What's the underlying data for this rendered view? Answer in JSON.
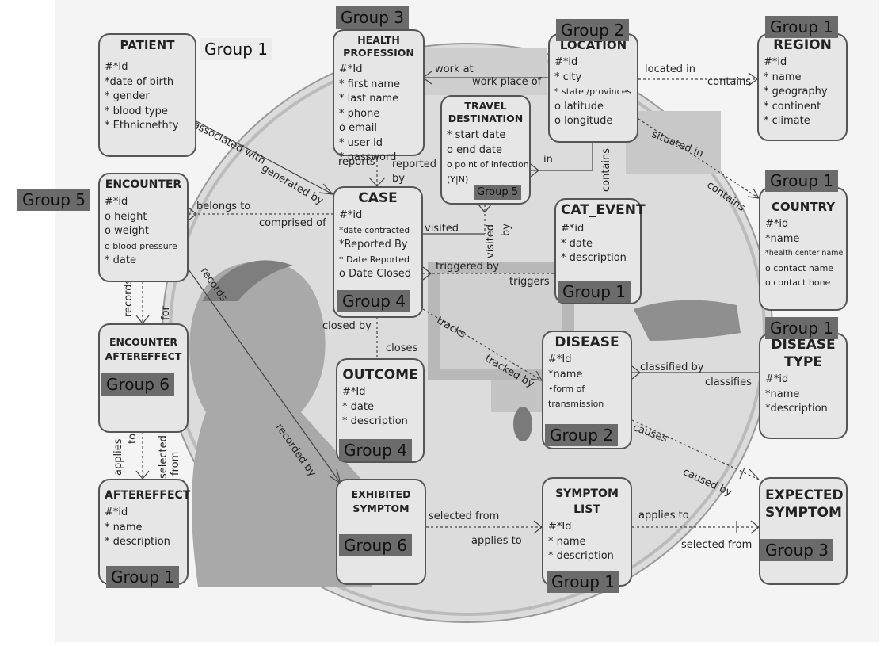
{
  "entities": {
    "patient": {
      "title": "PATIENT",
      "attrs": [
        "#*Id",
        "*date of birth",
        "* gender",
        "* blood type",
        "* Ethnicnethty"
      ]
    },
    "health_profession": {
      "title1": "HEALTH",
      "title2": "PROFESSION",
      "attrs": [
        "#*Id",
        "* first name",
        "* last name",
        "* phone",
        "o email",
        "* user id",
        "* password"
      ]
    },
    "location": {
      "title": "LOCATION",
      "attrs": [
        "#*id",
        "* city",
        "* state /provinces",
        "o latitude",
        "o longitude"
      ]
    },
    "region": {
      "title": "REGION",
      "attrs": [
        "#*id",
        "* name",
        "* geography",
        "* continent",
        "* climate"
      ]
    },
    "travel_destination": {
      "title1": "TRAVEL",
      "title2": "DESTINATION",
      "attrs": [
        "* start date",
        "o end date",
        "o point of infection",
        "(Y|N)"
      ]
    },
    "encounter": {
      "title": "ENCOUNTER",
      "attrs": [
        "#*id",
        "o height",
        "o weight",
        "o blood pressure",
        "* date"
      ]
    },
    "case": {
      "title": "CASE",
      "attrs": [
        "#*id",
        "*date contracted",
        "*Reported By",
        "* Date Reported",
        "o Date Closed"
      ]
    },
    "cat_event": {
      "title": "CAT_EVENT",
      "attrs": [
        "#*id",
        "* date",
        "* description"
      ]
    },
    "country": {
      "title": "COUNTRY",
      "attrs": [
        "#*id",
        "*name",
        "*health center name",
        "o contact name",
        "o contact hone"
      ]
    },
    "encounter_aftereffect": {
      "title1": "ENCOUNTER",
      "title2": "AFTEREFFECT"
    },
    "outcome": {
      "title": "OUTCOME",
      "attrs": [
        "#*Id",
        "* date",
        "* description"
      ]
    },
    "disease": {
      "title": "DISEASE",
      "attrs": [
        "#*Id",
        "*name",
        "•form of",
        "transmission"
      ]
    },
    "disease_type": {
      "title1": "DISEASE",
      "title2": "TYPE",
      "attrs": [
        "#*id",
        "*name",
        "*description"
      ]
    },
    "aftereffect": {
      "title": "AFTEREFFECT",
      "attrs": [
        "#*id",
        "* name",
        "* description"
      ]
    },
    "exhibited_symptom": {
      "title1": "EXHIBITED",
      "title2": "SYMPTOM"
    },
    "symptom_list": {
      "title1": "SYMPTOM",
      "title2": "LIST",
      "attrs": [
        "#*Id",
        "* name",
        "* description"
      ]
    },
    "expected_symptom": {
      "title1": "EXPECTED",
      "title2": "SYMPTOM"
    }
  },
  "groups": {
    "g3_health": "Group 3",
    "g1_patient": "Group 1",
    "g2_location": "Group 2",
    "g1_region": "Group 1",
    "g5_encounter": "Group 5",
    "g5_travel": "Group 5",
    "g1_country": "Group 1",
    "g4_case": "Group 4",
    "g1_cat_event": "Group 1",
    "g1_disease_type": "Group 1",
    "g6_encounter_aftereffect": "Group 6",
    "g4_outcome": "Group 4",
    "g2_disease": "Group 2",
    "g6_exhibited": "Group 6",
    "g3_expected": "Group 3",
    "g1_aftereffect": "Group 1",
    "g1_symptom_list": "Group 1"
  },
  "relationships": {
    "work_at": "work at",
    "work_place_of": "work place of",
    "located_in": "located in",
    "contains_region": "contains",
    "associated_with": "associated with",
    "generated_by": "generated by",
    "reports": "reports",
    "reported_by": "reported",
    "reported_by2": "by",
    "in": "in",
    "contains_location": "contains",
    "situated_in": "situated in",
    "contains_country": "contains",
    "belongs_to": "belongs to",
    "comprised_of": "comprised of",
    "visited": "visited",
    "visited_v": "visited",
    "by_v": "by",
    "triggered_by": "triggered by",
    "triggers": "triggers",
    "records_diag": "records",
    "records_v": "records",
    "for_v": "for",
    "closed_by": "closed by",
    "closes": "closes",
    "tracks": "tracks",
    "tracked_by": "tracked by",
    "classified_by": "classified by",
    "classifies": "classifies",
    "causes": "causes",
    "caused_by": "caused by",
    "recorded_by": "recorded by",
    "applies_to_v": "applies",
    "to_v": "to",
    "selected_v": "selected",
    "from_v": "from",
    "selected_from": "selected from",
    "applies_to_ex": "applies to",
    "applies_to_exp": "applies to",
    "selected_from_exp": "selected from"
  },
  "colors": {
    "group_tag": "#6b6b6b",
    "entity_fill": "#e6e6e6",
    "entity_border": "#555555"
  }
}
